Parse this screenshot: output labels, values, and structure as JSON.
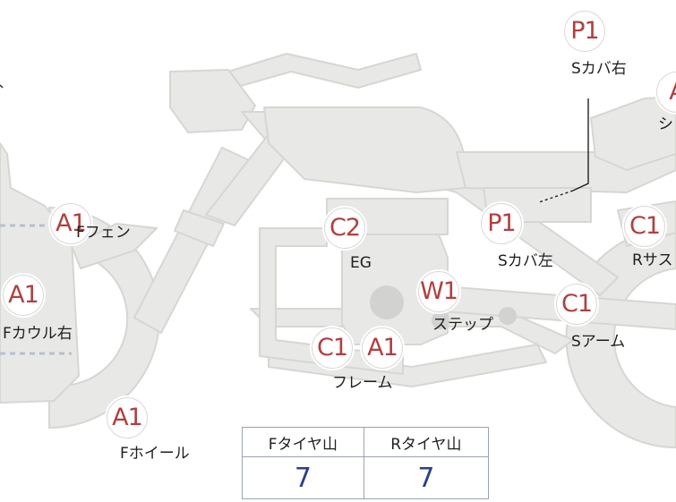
{
  "colors": {
    "silhouette": "#e8e8e6",
    "silhouette_stroke": "#d6d6d3",
    "badge_text": "#b0403f",
    "table_value": "#2c3f8c",
    "table_border": "#9aa3b3"
  },
  "parts": [
    {
      "code": "P1",
      "label": "Sカバ右"
    },
    {
      "code": "A",
      "label": "シ"
    },
    {
      "code": "A1",
      "label": "Fフェン"
    },
    {
      "code": "C2",
      "label": "EG"
    },
    {
      "code": "P1",
      "label": "Sカバ左"
    },
    {
      "code": "C1",
      "label": "Rサス"
    },
    {
      "code": "A1",
      "label": "Fカウル右"
    },
    {
      "code": "W1",
      "label": "ステップ"
    },
    {
      "code": "C1",
      "label": "Sアーム"
    },
    {
      "code": "C1",
      "label": ""
    },
    {
      "code": "A1",
      "label": "フレーム"
    },
    {
      "code": "A1",
      "label": "Fホイール"
    }
  ],
  "tire_table": {
    "headers": [
      "Fタイヤ山",
      "Rタイヤ山"
    ],
    "values": [
      "7",
      "7"
    ]
  }
}
